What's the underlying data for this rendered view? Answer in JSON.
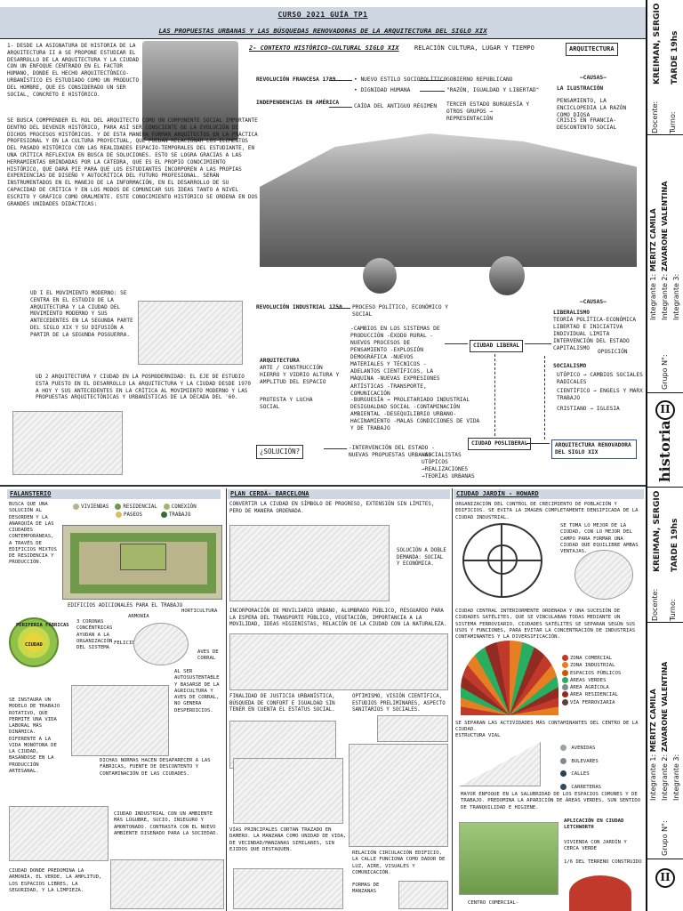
{
  "header": {
    "course": "CURSO 2021 GUÍA TP1",
    "subtitle": "LAS PROPUESTAS URBANAS Y LAS BÚSQUEDAS RENOVADORAS DE LA ARQUITECTURA DEL SIGLO XIX"
  },
  "side": {
    "docente_label": "Docente:",
    "docente": "KREIMAN, SERGIO",
    "turno_label": "Turno:",
    "turno": "TARDE 19hs",
    "int1_label": "Integrante 1:",
    "int1": "MERITZ CAMILA",
    "int2_label": "Integrante 2:",
    "int2": "ZAVARONE VALENTINA",
    "int3_label": "Integrante 3:",
    "grupo_label": "Grupo N°:",
    "logo": "historia",
    "logo_num": "II"
  },
  "intro": {
    "p1": "1- DESDE LA ASIGNATURA DE HISTORIA DE LA ARQUITECTURA II A SE PROPONE ESTUDIAR EL DESARROLLO DE LA ARQUITECTURA Y LA CIUDAD CON UN ENFOQUE CENTRADO EN EL FACTOR HUMANO, DONDE EL HECHO ARQUITECTÓNICO-URBANÍSTICO ES ESTUDIADO COMO UN PRODUCTO DEL HOMBRE, QUE ES CONSIDERADO UN SER SOCIAL, CONCRETO E HISTÓRICO.",
    "p2": "SE BUSCA COMPRENDER EL ROL DEL ARQUITECTO COMO UN COMPONENTE SOCIAL IMPORTANTE DENTRO DEL DEVENIR HISTÓRICO, PARA ASÍ SER CONSCIENTE DE LA EVOLUCIÓN DE DICHOS PROCESOS HISTÓRICOS. Y DE ESTA MANERA FORMAR ARQUITECTOS EN LA PRÁCTICA PROFESIONAL Y EN LA CULTURA PROYECTUAL, QUE PUEDAN RELACIONAR LOS ELEMENTOS DEL PASADO HISTÓRICO CON LAS REALIDADES ESPACIO-TEMPORALES DEL ESTUDIANTE, EN UNA CRÍTICA REFLEXIVA EN BUSCA DE SOLUCIONES. ESTO SE LOGRA GRACIAS A LAS HERRAMIENTAS BRINDADAS POR LA CÁTEDRA, QUE ES EL PROPIO CONOCIMIENTO HISTÓRICO, QUE DARÁ PIE PARA QUE LOS ESTUDIANTES INCORPOREN A LAS PROPIAS EXPERIENCIAS DE DISEÑO Y AUTOCRÍTICA DEL FUTURO PROFESIONAL. SERÁN INSTRUMENTADOS EN EL MANEJO DE LA INFORMACIÓN, EN EL DESARROLLO DE SU CAPACIDAD DE CRÍTICA Y EN LOS MODOS DE COMUNICAR SUS IDEAS TANTO A NIVEL ESCRITO Y GRÁFICO COMO ORALMENTE. ESTE CONOCIMIENTO HISTÓRICO SE ORDENA EN DOS GRANDES UNIDADES DIDÁCTICAS:",
    "ud1": "UD I EL MOVIMIENTO MODERNO: SE CENTRA EN EL ESTUDIO DE LA ARQUITECTURA Y LA CIUDAD DEL MOVIMIENTO MODERNO Y SUS ANTECEDENTES EN LA SEGUNDA PARTE DEL SIGLO XIX Y SU DIFUSIÓN A PARTIR DE LA SEGUNDA POSGUERRA.",
    "ud2": "UD 2 ARQUITECTURA Y CIUDAD EN LA POSMODERNIDAD: EL EJE DE ESTUDIO ESTÁ PUESTO EN EL DESARROLLO LA ARQUITECTURA Y LA CIUDAD DESDE 1970 A HOY Y SUS ANTECEDENTES EN LA CRÍTICA AL MOVIMIENTO MODERNO Y LAS PROPUESTAS ARQUITECTÓNICAS Y URBANÍSTICAS DE LA DÉCADA DEL '60."
  },
  "context": {
    "title": "2- CONTEXTO HISTÓRICO-CULTURAL SIGLO XIX",
    "relation": "RELACIÓN CULTURA, LUGAR Y TIEMPO",
    "arq": "ARQUITECTURA",
    "rev_fr": "REVOLUCIÓN FRANCESA 1789",
    "indep": "INDEPENDENCIAS EN AMÉRICA",
    "nuevo_estilo": "• NUEVO ESTILO SOCIOPOLÍTICO",
    "dignidad": "• DIGNIDAD HUMANA",
    "caida": "CAÍDA DEL ANTIGUO RÉGIMEN",
    "gob_rep": "GOBIERNO REPUBLICANO",
    "razon": "\"RAZÓN, IGUALDAD Y LIBERTAD\"",
    "tercer": "TERCER ESTADO BURGUESÍA Y OTROS GRUPOS → REPRESENTACIÓN",
    "causas1": "—CAUSAS—",
    "ilustracion": "LA ILUSTRACIÓN",
    "pensamiento": "PENSAMIENTO, LA ENCICLOPEDIA LA RAZÓN COMO DIOSA",
    "crisis": "CRISIS EN FRANCIA- DESCONTENTO SOCIAL",
    "rev_ind": "REVOLUCIÓN INDUSTRIAL 1750",
    "proceso": "PROCESO POLÍTICO, ECONÓMICO Y SOCIAL",
    "cambios": "-CAMBIOS EN LOS SISTEMAS DE PRODUCCIÓN -ÉXODO RURAL -NUEVOS PROCESOS DE PENSAMIENTO -EXPLOSIÓN DEMOGRÁFICA -NUEVOS MATERIALES Y TÉCNICOS -ADELANTOS CIENTÍFICOS, LA MÁQUINA -NUEVAS EXPRESIONES ARTÍSTICAS -TRANSPORTE, COMUNICACIÓN",
    "arquitectura": "ARQUITECTURA",
    "arte": "ARTE / CONSTRUCCIÓN HIERRO Y VIDRIO ALTURA Y AMPLITUD DEL ESPACIO",
    "ciudad_liberal": "CIUDAD LIBERAL",
    "protesta": "PROTESTA Y LUCHA SOCIAL",
    "burguesia": "-BURGUESÍA → PROLETARIADO INDUSTRIAL DESIGUALDAD SOCIAL -CONTAMINACIÓN AMBIENTAL -DESEQUILIBRIO URBANO-HACINAMIENTO -MALAS CONDICIONES DE VIDA Y DE TRABAJO",
    "causas2": "—CAUSAS—",
    "liberalismo": "LIBERALISMO",
    "lib_text": "TEORÍA POLÍTICA-ECONÓMICA LIBERTAD E INICIATIVA INDIVIDUAL LIMITA INTERVENCIÓN DEL ESTADO CAPITALISMO",
    "oposicion": "OPOSICIÓN",
    "socialismo": "SOCIALISMO",
    "utopico": "UTÓPICO → CAMBIOS SOCIALES RADICALES",
    "cientifico": "CIENTÍFICO → ENGELS Y MARX TRABAJO",
    "cristiano": "CRISTIANO → IGLESIA",
    "solucion": "¿SOLUCIÓN?",
    "intervencion": "-INTERVENCIÓN DEL ESTADO -NUEVAS PROPUESTAS URBANAS",
    "socialistas": "→SOCIALISTAS UTÓPICOS →REALIZACIONES →TEORÍAS URBANAS",
    "posliberal": "CIUDAD POSLIBERAL",
    "renov": "ARQUITECTURA RENOVADORA DEL SIGLO XIX"
  },
  "falansterio": {
    "title": "FALANSTERIO",
    "intro": "BUSCA QUE UNA SOLUCIÓN AL DESORDEN Y LA ANARQUÍA DE LAS CIUDADES CONTEMPORÁNEAS, A TRAVÉS DE EDIFICIOS MIXTOS DE RESIDENCIA Y PRODUCCIÓN.",
    "legend": [
      {
        "label": "VIVIENDAS",
        "color": "#b9b48a"
      },
      {
        "label": "RESIDENCIAL",
        "color": "#6e9a4a"
      },
      {
        "label": "PASEOS",
        "color": "#d8c060"
      },
      {
        "label": "CONEXIÓN",
        "color": "#a4b66a"
      },
      {
        "label": "TRABAJO",
        "color": "#3e6b34"
      }
    ],
    "edificios": "EDIFICIOS ADICIONALES PARA EL TRABAJO",
    "periferia": "PERIFERIA FÁBRICAS",
    "ciudad": "CIUDAD",
    "coronas": "3 CORONAS CONCÉNTRICAS AYUDAN A LA ORGANIZACIÓN DEL SISTEMA",
    "armonia": "ARMONÍA",
    "horticultura": "HORTICULTURA",
    "felicidad": "FELICIDAD",
    "aves": "AVES DE CORRAL",
    "autosust": "AL SER AUTOSUSTENTABLE Y BASARSE DE LA AGRICULTURA Y AVES DE CORRAL, NO GENERA DESPERDICIOS.",
    "modelo": "SE INSTAURA UN MODELO DE TRABAJO ROTATIVO, QUE PERMITE UNA VIDA LABORAL MÁS DINÁMICA. DIFERENTE A LA VIDA MONÓTONA DE LA CIUDAD, BASÁNDOSE EN LA PRODUCCIÓN ARTESANAL.",
    "normas": "DICHAS NORMAS HACEN DESAPARECER A LAS FÁBRICAS, FUENTE DE DESCONTENTO Y CONTAMINACIÓN DE LAS CIUDADES.",
    "industrial": "CIUDAD INDUSTRIAL CON UN AMBIENTE MÁS LÚGUBRE, SUCIO, INSEGURO Y AMONTONADO. CONTRASTA CON EL NUEVO AMBIENTE DISEÑADO PARA LA SOCIEDAD.",
    "armonia2": "CIUDAD DONDE PREDOMINA LA ARMONÍA, EL VERDE, LA AMPLITUD, LOS ESPACIOS LIBRES, LA SEGURIDAD, Y LA LIMPIEZA."
  },
  "cerda": {
    "title": "PLAN CERDÁ- BARCELONA",
    "p1": "CONVERTIR LA CIUDAD EN SÍMBOLO DE PROGRESO, EXTENSIÓN SIN LÍMITES, PERO DE MANERA ORDENADA.",
    "solucion": "SOLUCIÓN A DOBLE DEMANDA: SOCIAL Y ECONÓMICA.",
    "p2": "INCORPORACIÓN DE MOVILIARIO URBANO, ALUMBRADO PÚBLICO, RESGUARDO PARA LA ESPERA DEL TRANSPORTE PÚBLICO, VEGETACIÓN, IMPORTANCIA A LA MOVILIDAD, IDEAS HIGIENISTAS, RELACIÓN DE LA CIUDAD CON LA NATURALEZA.",
    "finalidad": "FINALIDAD DE JUSTICIA URBANÍSTICA, BÚSQUEDA DE CONFORT E IGUALDAD SIN TENER EN CUENTA EL ESTATUS SOCIAL.",
    "optimismo": "OPTIMISMO, VISIÓN CIENTÍFICA, ESTUDIOS PRELIMINARES, ASPECTO SANITARIOS Y SOCIALES.",
    "vias": "VÍAS PRINCIPALES CORTAN TRAZADO EN DAMERO. LA MANZANA COMO UNIDAD DE VIDA, DE VECINDAD/MANZANAS SIMILARES, SIN EJIDOS QUE DESTAQUEN.",
    "circulacion": "RELACIÓN CIRCULACIÓN EDIFICIO, LA CALLE FUNCIONA COMO DADOR DE LUZ, AIRE, VISUALES Y COMUNICACIÓN.",
    "formas": "FORMAS DE MANZANAS"
  },
  "jardin": {
    "title": "CIUDAD JARDÍN - HOWARD",
    "p1": "ORGANIZACIÓN DEL CONTROL DE CRECIMIENTO DE POBLACIÓN Y EDIFICIOS. SE EVITA LA IMAGEN COMPLETAMENTE DENSIFICADA DE LA CIUDAD INDUSTRIAL.",
    "campo": "SE TOMA LO MEJOR DE LA CIUDAD, CON LO MEJOR DEL CAMPO PARA FORMAR UNA CIUDAD QUE EQUILIBRE AMBAS VENTAJAS.",
    "central": "CIUDAD CENTRAL INTERIORMENTE ORDENADA Y UNA SUCESIÓN DE CIUDADES SATÉLITES, QUE SE VINCULABAN TODAS MEDIANTE UN SISTEMA FERROVIARIO. CIUDADES SATÉLITES SE SEPARAN SEGÚN SUS USOS Y FUNCIONES, PARA EVITAR LA CONCENTRACIÓN DE INDUSTRIAS CONTAMINANTES Y LA DIVERSIFICACIÓN.",
    "zonas": [
      {
        "label": "ZONA COMERCIAL",
        "color": "#c0392b"
      },
      {
        "label": "ZONA INDUSTRIAL",
        "color": "#e67e22"
      },
      {
        "label": "ESPACIOS PÚBLICOS",
        "color": "#d35400"
      },
      {
        "label": "ÁREAS VERDES",
        "color": "#27ae60"
      },
      {
        "label": "ÁREA AGRÍCOLA",
        "color": "#7f8c8d"
      },
      {
        "label": "ÁREA RESIDENCIAL",
        "color": "#922b21"
      },
      {
        "label": "VÍA FERROVIARIA",
        "color": "#5d4037"
      }
    ],
    "separan": "SE SEPARAN LAS ACTIVIDADES MÁS CONTAMINANTES DEL CENTRO DE LA CIUDAD.",
    "estructura": "ESTRUCTURA VIAL",
    "vias": [
      {
        "label": "AVENIDAS",
        "color": "#95a5a6"
      },
      {
        "label": "BULEVARES",
        "color": "#7f8c8d"
      },
      {
        "label": "CALLES",
        "color": "#2c3e50"
      },
      {
        "label": "CARRETERAS",
        "color": "#34495e"
      }
    ],
    "enfoque": "MAYOR ENFOQUE EN LA SALUBRIDAD DE LOS ESPACIOS COMUNES Y DE TRABAJO. PREDOMINA LA APARICIÓN DE ÁREAS VERDES, SUN SENTIDO DE TRANQUILIDAD E HIGIENE.",
    "aplicacion": "APLICACIÓN EN CIUDAD LETCHWORTH",
    "vivienda": "VIVIENDA CON JARDÍN Y CERCA VERDE",
    "terreno": "1/6 DEL TERRENO CONSTRUIDO",
    "centro": "CENTRO COMERCIAL-"
  }
}
